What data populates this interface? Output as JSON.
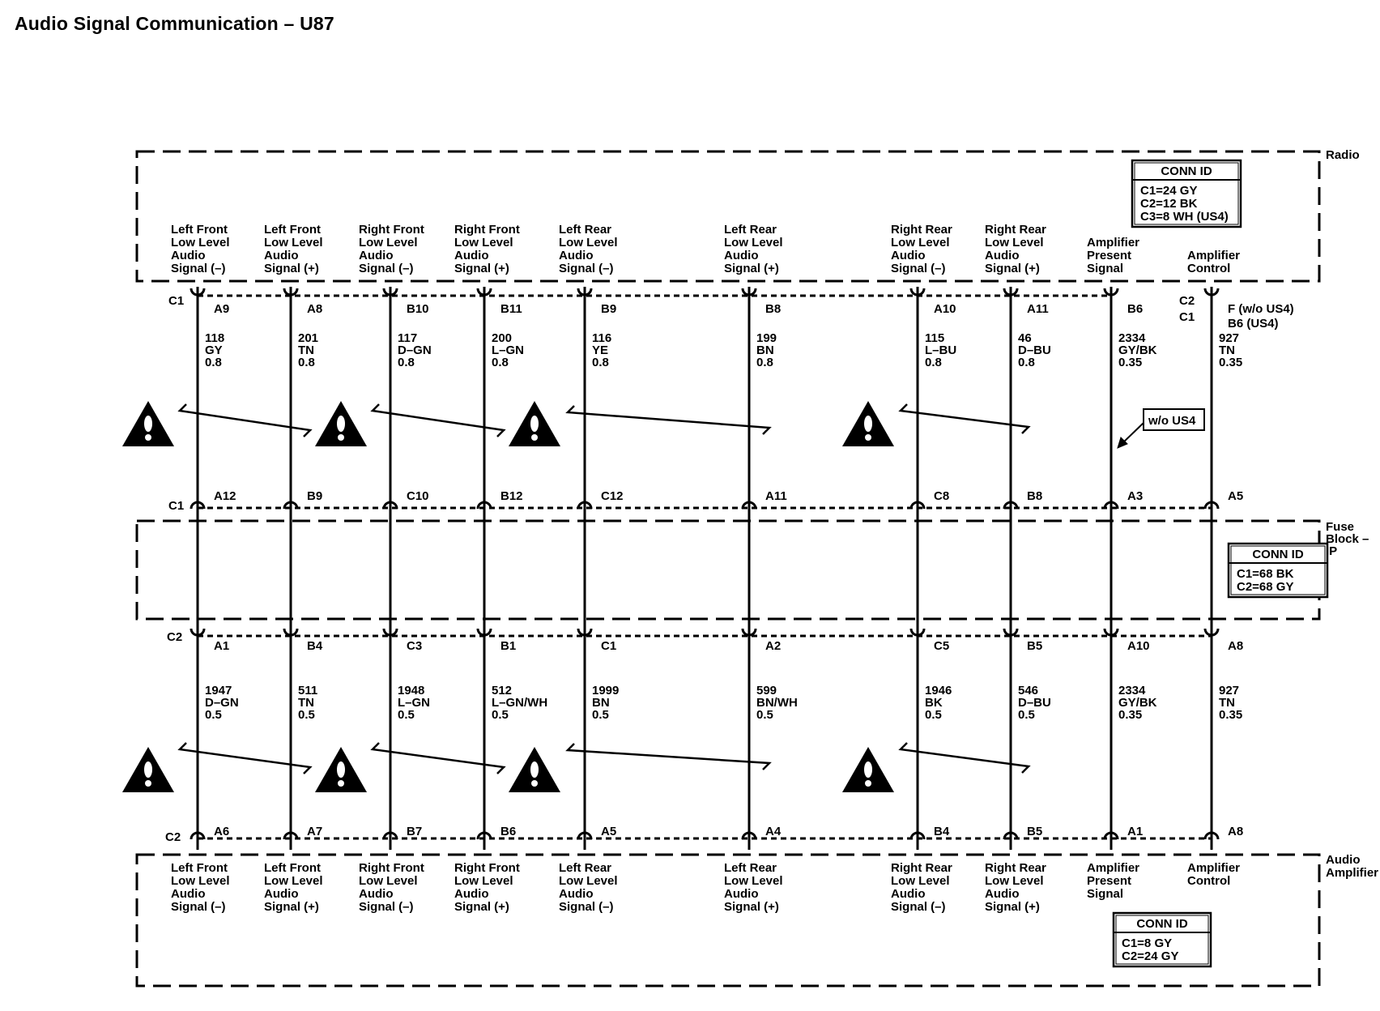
{
  "title": "Audio Signal Communication – U87",
  "components": {
    "radio": "Radio",
    "fuse_block": [
      "Fuse",
      "Block –",
      "IP"
    ],
    "amplifier": [
      "Audio",
      "Amplifier"
    ]
  },
  "conn_ids": {
    "radio": {
      "heading": "CONN ID",
      "lines": [
        "C1=24 GY",
        "C2=12 BK",
        "C3=8 WH (US4)"
      ]
    },
    "fuse_block": {
      "heading": "CONN ID",
      "lines": [
        "C1=68 BK",
        "C2=68 GY"
      ]
    },
    "amplifier": {
      "heading": "CONN ID",
      "lines": [
        "C1=8 GY",
        "C2=24 GY"
      ]
    }
  },
  "connector_labels": {
    "radio_c1": "C1",
    "fuse_top_c1": "C1",
    "fuse_bottom_c2": "C2",
    "amp_c2": "C2",
    "radio_ctrl_c2": "C2",
    "radio_ctrl_c1": "C1"
  },
  "note_wo_us4": "w/o US4",
  "circuits": [
    {
      "radio_label": [
        "Left Front",
        "Low Level",
        "Audio",
        "Signal (–)"
      ],
      "radio_pin": "A9",
      "upper_wire": [
        "118",
        "GY",
        "0.8"
      ],
      "fuse_top_pin": "A12",
      "fuse_bottom_pin": "A1",
      "lower_wire": [
        "1947",
        "D–GN",
        "0.5"
      ],
      "amp_pin": "A6",
      "amp_label": [
        "Left Front",
        "Low Level",
        "Audio",
        "Signal (–)"
      ]
    },
    {
      "radio_label": [
        "Left Front",
        "Low Level",
        "Audio",
        "Signal (+)"
      ],
      "radio_pin": "A8",
      "upper_wire": [
        "201",
        "TN",
        "0.8"
      ],
      "fuse_top_pin": "B9",
      "fuse_bottom_pin": "B4",
      "lower_wire": [
        "511",
        "TN",
        "0.5"
      ],
      "amp_pin": "A7",
      "amp_label": [
        "Left Front",
        "Low Level",
        "Audio",
        "Signal (+)"
      ]
    },
    {
      "radio_label": [
        "Right Front",
        "Low Level",
        "Audio",
        "Signal (–)"
      ],
      "radio_pin": "B10",
      "upper_wire": [
        "117",
        "D–GN",
        "0.8"
      ],
      "fuse_top_pin": "C10",
      "fuse_bottom_pin": "C3",
      "lower_wire": [
        "1948",
        "L–GN",
        "0.5"
      ],
      "amp_pin": "B7",
      "amp_label": [
        "Right Front",
        "Low Level",
        "Audio",
        "Signal (–)"
      ]
    },
    {
      "radio_label": [
        "Right Front",
        "Low Level",
        "Audio",
        "Signal (+)"
      ],
      "radio_pin": "B11",
      "upper_wire": [
        "200",
        "L–GN",
        "0.8"
      ],
      "fuse_top_pin": "B12",
      "fuse_bottom_pin": "B1",
      "lower_wire": [
        "512",
        "L–GN/WH",
        "0.5"
      ],
      "amp_pin": "B6",
      "amp_label": [
        "Right Front",
        "Low Level",
        "Audio",
        "Signal (+)"
      ]
    },
    {
      "radio_label": [
        "Left Rear",
        "Low Level",
        "Audio",
        "Signal (–)"
      ],
      "radio_pin": "B9",
      "upper_wire": [
        "116",
        "YE",
        "0.8"
      ],
      "fuse_top_pin": "C12",
      "fuse_bottom_pin": "C1",
      "lower_wire": [
        "1999",
        "BN",
        "0.5"
      ],
      "amp_pin": "A5",
      "amp_label": [
        "Left Rear",
        "Low Level",
        "Audio",
        "Signal (–)"
      ]
    },
    {
      "radio_label": [
        "Left Rear",
        "Low Level",
        "Audio",
        "Signal (+)"
      ],
      "radio_pin": "B8",
      "upper_wire": [
        "199",
        "BN",
        "0.8"
      ],
      "fuse_top_pin": "A11",
      "fuse_bottom_pin": "A2",
      "lower_wire": [
        "599",
        "BN/WH",
        "0.5"
      ],
      "amp_pin": "A4",
      "amp_label": [
        "Left Rear",
        "Low Level",
        "Audio",
        "Signal (+)"
      ]
    },
    {
      "radio_label": [
        "Right Rear",
        "Low Level",
        "Audio",
        "Signal (–)"
      ],
      "radio_pin": "A10",
      "upper_wire": [
        "115",
        "L–BU",
        "0.8"
      ],
      "fuse_top_pin": "C8",
      "fuse_bottom_pin": "C5",
      "lower_wire": [
        "1946",
        "BK",
        "0.5"
      ],
      "amp_pin": "B4",
      "amp_label": [
        "Right Rear",
        "Low Level",
        "Audio",
        "Signal (–)"
      ]
    },
    {
      "radio_label": [
        "Right Rear",
        "Low Level",
        "Audio",
        "Signal (+)"
      ],
      "radio_pin": "A11",
      "upper_wire": [
        "46",
        "D–BU",
        "0.8"
      ],
      "fuse_top_pin": "B8",
      "fuse_bottom_pin": "B5",
      "lower_wire": [
        "546",
        "D–BU",
        "0.5"
      ],
      "amp_pin": "B5",
      "amp_label": [
        "Right Rear",
        "Low Level",
        "Audio",
        "Signal (+)"
      ]
    },
    {
      "radio_label": [
        "Amplifier",
        "Present",
        "Signal"
      ],
      "radio_pin": "B6",
      "upper_wire": [
        "2334",
        "GY/BK",
        "0.35"
      ],
      "fuse_top_pin": "A3",
      "fuse_bottom_pin": "A10",
      "lower_wire": [
        "2334",
        "GY/BK",
        "0.35"
      ],
      "amp_pin": "A1",
      "amp_label": [
        "Amplifier",
        "Present",
        "Signal"
      ]
    },
    {
      "radio_label": [
        "Amplifier",
        "Control"
      ],
      "radio_pin": "F (w/o US4)",
      "radio_pin2": "B6 (US4)",
      "upper_wire": [
        "927",
        "TN",
        "0.35"
      ],
      "fuse_top_pin": "A5",
      "fuse_bottom_pin": "A8",
      "lower_wire": [
        "927",
        "TN",
        "0.35"
      ],
      "amp_pin": "A8",
      "amp_label": [
        "Amplifier",
        "Control"
      ]
    }
  ]
}
